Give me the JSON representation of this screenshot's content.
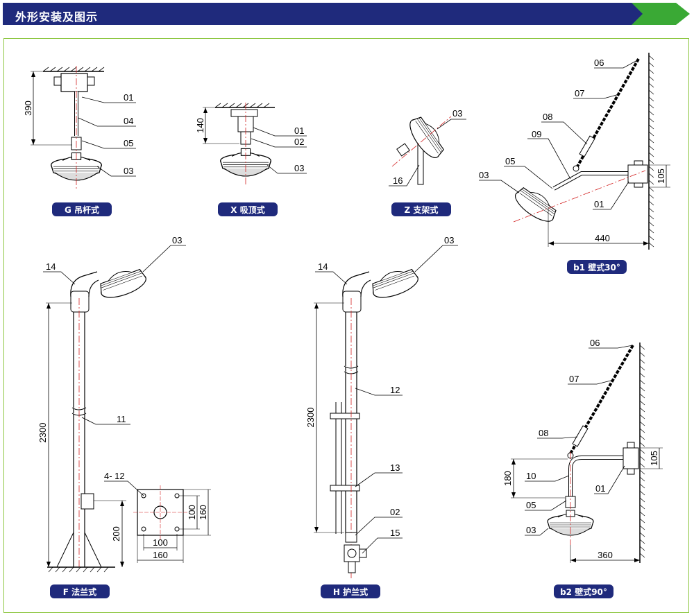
{
  "header": {
    "title": "外形安装及图示"
  },
  "figures": {
    "G": {
      "caption": "G 吊杆式",
      "dims": [
        "390"
      ],
      "labels": [
        "01",
        "04",
        "05",
        "03"
      ]
    },
    "X": {
      "caption": "X 吸顶式",
      "dims": [
        "140"
      ],
      "labels": [
        "01",
        "02",
        "03"
      ]
    },
    "Z": {
      "caption": "Z 支架式",
      "labels": [
        "03",
        "16"
      ]
    },
    "b1": {
      "caption": "b1 壁式30°",
      "dims": [
        "440",
        "105"
      ],
      "labels": [
        "06",
        "07",
        "08",
        "09",
        "05",
        "03",
        "01"
      ]
    },
    "F": {
      "caption": "F 法兰式",
      "dims": [
        "2300",
        "200",
        "100",
        "160",
        "100",
        "160"
      ],
      "labels": [
        "14",
        "03",
        "11",
        "4- 12"
      ]
    },
    "H": {
      "caption": "H 护兰式",
      "dims": [
        "2300"
      ],
      "labels": [
        "14",
        "03",
        "12",
        "13",
        "02",
        "15"
      ]
    },
    "b2": {
      "caption": "b2 壁式90°",
      "dims": [
        "180",
        "360",
        "105"
      ],
      "labels": [
        "06",
        "07",
        "08",
        "10",
        "01",
        "05",
        "03"
      ]
    }
  },
  "colors": {
    "header_blue": "#1f2a7c",
    "header_green": "#3aa935",
    "caption_bg": "#1f2a7c",
    "panel_border": "#8cc63f",
    "centerline": "#d22020"
  }
}
